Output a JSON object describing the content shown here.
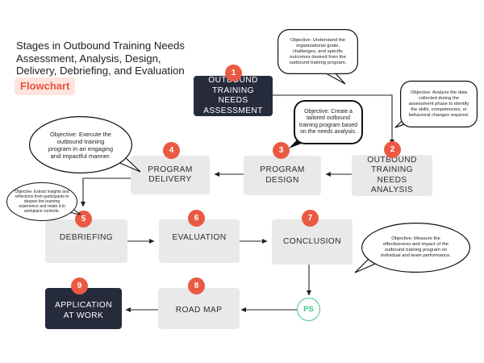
{
  "header": {
    "title": "Stages in Outbound Training Needs Assessment, Analysis, Design, Delivery, Debriefing, and Evaluation",
    "tag": "Flowchart"
  },
  "stages": [
    {
      "number": "1",
      "label": "OUTBOUND TRAINING NEEDS ASSESSMENT"
    },
    {
      "number": "2",
      "label": "OUTBOUND TRAINING NEEDS ANALYSIS"
    },
    {
      "number": "3",
      "label": "PROGRAM DESIGN"
    },
    {
      "number": "4",
      "label": "PROGRAM DELIVERY"
    },
    {
      "number": "5",
      "label": "DEBRIEFING"
    },
    {
      "number": "6",
      "label": "EVALUATION"
    },
    {
      "number": "7",
      "label": "CONCLUSION"
    },
    {
      "number": "8",
      "label": "ROAD MAP"
    },
    {
      "number": "9",
      "label": "APPLICATION AT WORK"
    }
  ],
  "ps_label": "PS",
  "objectives": [
    "Objective: Understand the organizational goals, challenges, and specific outcomes desired from the outbound training program.",
    "Objective: Analyze the data collected during the assessment phase to identify the skills, competencies, or behavioral changes required.",
    "Objective: Create a tailored outbound training program based on the needs analysis.",
    "Objective: Execute the outbound training program in an engaging and impactful manner.",
    "Objective: Extract insights and reflections from participants to deepen the learning experience and relate it to workplace contexts.",
    "Objective: Measure the effectiveness and impact of the outbound training program on individual and team performance."
  ]
}
